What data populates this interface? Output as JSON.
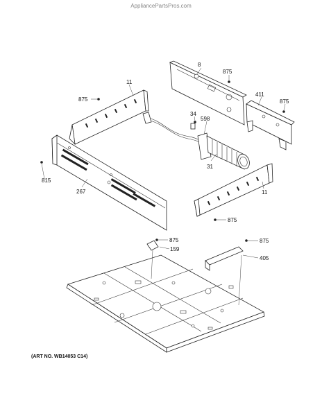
{
  "watermark": "AppliancePartsPros.com",
  "art_number": "(ART NO. WB14053 C14)",
  "callouts": {
    "c8": "8",
    "c875_top": "875",
    "c11_left": "11",
    "c875_left": "875",
    "c411": "411",
    "c875_right": "875",
    "c34": "34",
    "c598": "598",
    "c31": "31",
    "c815": "815",
    "c267": "267",
    "c11_right": "11",
    "c875_mid": "875",
    "c875_tray": "875",
    "c159": "159",
    "c875_br": "875",
    "c405": "405"
  }
}
